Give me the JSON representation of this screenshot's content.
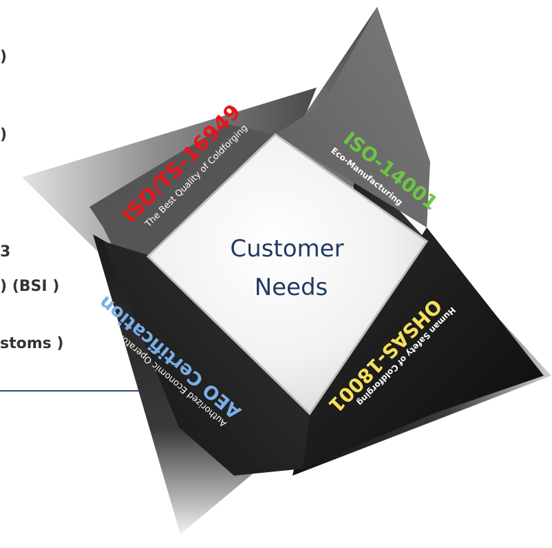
{
  "left_text": [
    ")",
    ")",
    "3",
    ") (BSI )",
    "stoms )"
  ],
  "center": {
    "line1": "Customer",
    "line2": "Needs"
  },
  "certs": [
    {
      "title": "ISO/TS-16949",
      "subtitle": "The Best Quality of Coldforging",
      "title_color": "#e8161a"
    },
    {
      "title": "ISO-14001",
      "subtitle": "Eco-Manufacturing",
      "title_color": "#6cc644"
    },
    {
      "title": "OHSAS-18001",
      "subtitle": "Human Safety of Coldforging",
      "title_color": "#f7e05a"
    },
    {
      "title": "AEO Certification",
      "subtitle": "Authorized Economic Operator",
      "title_color": "#7aaee8"
    }
  ],
  "colors": {
    "center_text": "#1e3a5f",
    "left_text": "#333333",
    "underline": "#2d4a6e"
  }
}
